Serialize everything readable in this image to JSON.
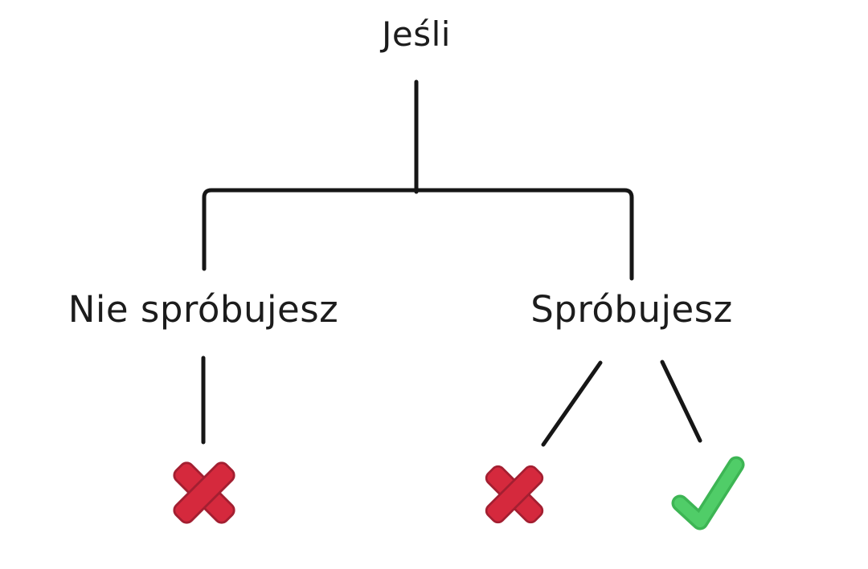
{
  "diagram": {
    "root": {
      "label": "Jeśli"
    },
    "branches": [
      {
        "label": "Nie spróbujesz",
        "outcomes": [
          "cross"
        ]
      },
      {
        "label": "Spróbujesz",
        "outcomes": [
          "cross",
          "check"
        ]
      }
    ],
    "icons": {
      "cross": "x-mark",
      "check": "check-mark"
    }
  },
  "colors": {
    "background": "#ffffff",
    "line": "#161616",
    "text": "#1c1c1c",
    "cross_fill": "#d5293d",
    "cross_edge": "#a31f31",
    "check_main": "#50cd68",
    "check_edge": "#3db554"
  }
}
